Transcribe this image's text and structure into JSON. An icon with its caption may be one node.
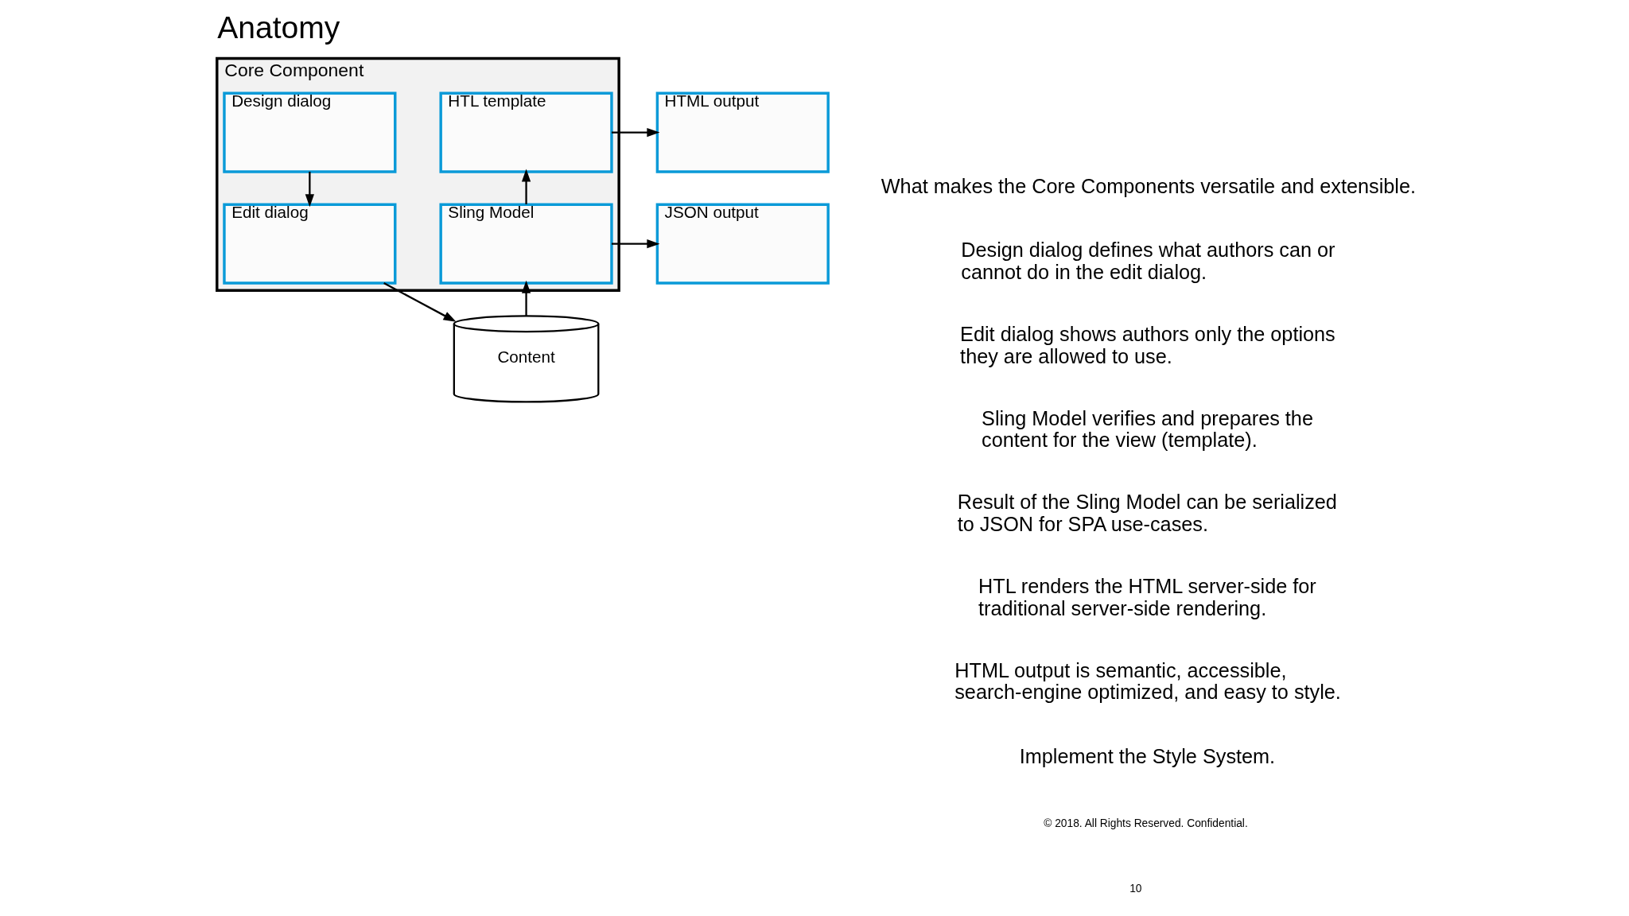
{
  "diagram": {
    "title": "Anatomy",
    "nodes": [
      {
        "text": [
          "Core Component"
        ]
      },
      {
        "text": [
          "Design dialog"
        ],
        "in": 0
      },
      {
        "text": [
          "HTL template"
        ],
        "in": 0
      },
      {
        "text": [
          "Edit dialog"
        ],
        "in": 0
      },
      {
        "text": [
          "Sling Model"
        ],
        "in": 0
      },
      {
        "text": [
          "HTML output"
        ]
      },
      {
        "text": [
          "JSON output"
        ]
      },
      {
        "text": [
          "Content"
        ]
      }
    ],
    "edges": [
      {
        "from": 1,
        "to": 3,
        "arrow": "to"
      },
      {
        "from": 4,
        "to": 2,
        "arrow": "to"
      },
      {
        "from": 2,
        "to": 5,
        "arrow": "to"
      },
      {
        "from": 4,
        "to": 6,
        "arrow": "to"
      },
      {
        "from": 3,
        "to": 7,
        "arrow": "to"
      },
      {
        "from": 7,
        "to": 4,
        "arrow": "to"
      }
    ],
    "labels": [
      "What makes the Core Components versatile and extensible.",
      "Design dialog defines what authors can or cannot do in the edit dialog.",
      "Edit dialog shows authors only the options they are allowed to use.",
      "Sling Model verifies and prepares the content for the view (template).",
      "Result of the Sling Model can be serialized to JSON for SPA use-cases.",
      "HTL renders the HTML server-side for traditional server-side rendering.",
      "HTML output is semantic, accessible, search-engine optimized, and easy to style.",
      "Implement the Style System.",
      "© 2018. All Rights Reserved. Confidential.",
      "10"
    ]
  }
}
